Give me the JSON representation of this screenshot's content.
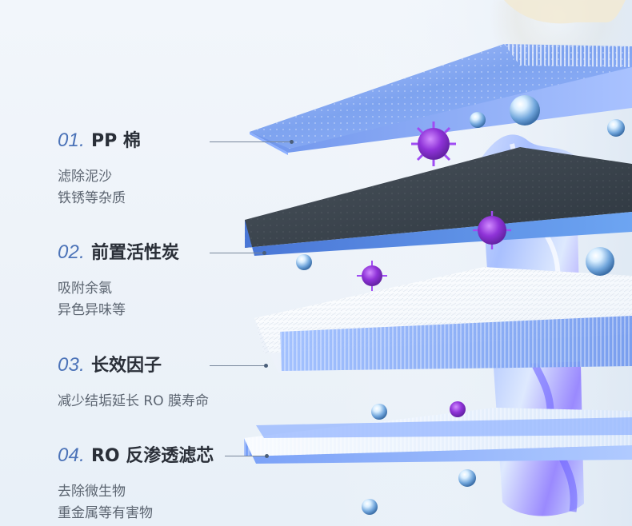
{
  "filters": [
    {
      "num": "01.",
      "title": "PP 棉",
      "lines": [
        "滤除泥沙",
        "铁锈等杂质"
      ]
    },
    {
      "num": "02.",
      "title": "前置活性炭",
      "lines": [
        "吸附余氯",
        "异色异味等"
      ]
    },
    {
      "num": "03.",
      "title": "长效因子",
      "lines": [
        "减少结垢延长 RO 膜寿命"
      ]
    },
    {
      "num": "04.",
      "title": "RO 反渗透滤芯",
      "lines": [
        "去除微生物",
        "重金属等有害物"
      ]
    }
  ],
  "colors": {
    "accent": "#4c73b8",
    "title": "#2a2f38",
    "body": "#5b6470",
    "leader": "#78879b"
  }
}
